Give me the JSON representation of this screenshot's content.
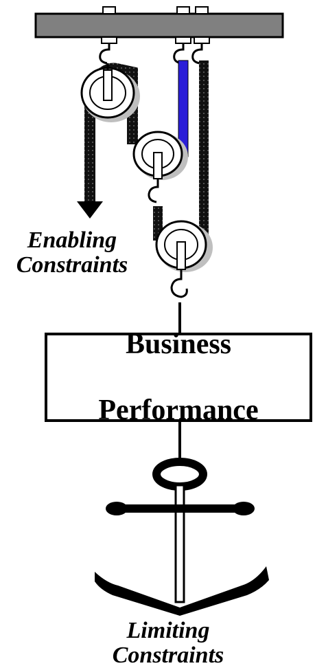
{
  "enabling": {
    "line1": "Enabling",
    "line2": "Constraints"
  },
  "center_box": {
    "line1": "Business",
    "line2": "Performance"
  },
  "limiting": {
    "line1": "Limiting",
    "line2": "Constraints"
  },
  "colors": {
    "beam": "#808080",
    "rope": "#000000",
    "highlighted_rope": "#2a1ed8",
    "pulley_shadow": "#bfbfbf",
    "background": "#ffffff"
  },
  "icons": [
    "ceiling-beam",
    "hook-icon",
    "pulley-icon",
    "weight-arrow-icon",
    "anchor-icon"
  ]
}
